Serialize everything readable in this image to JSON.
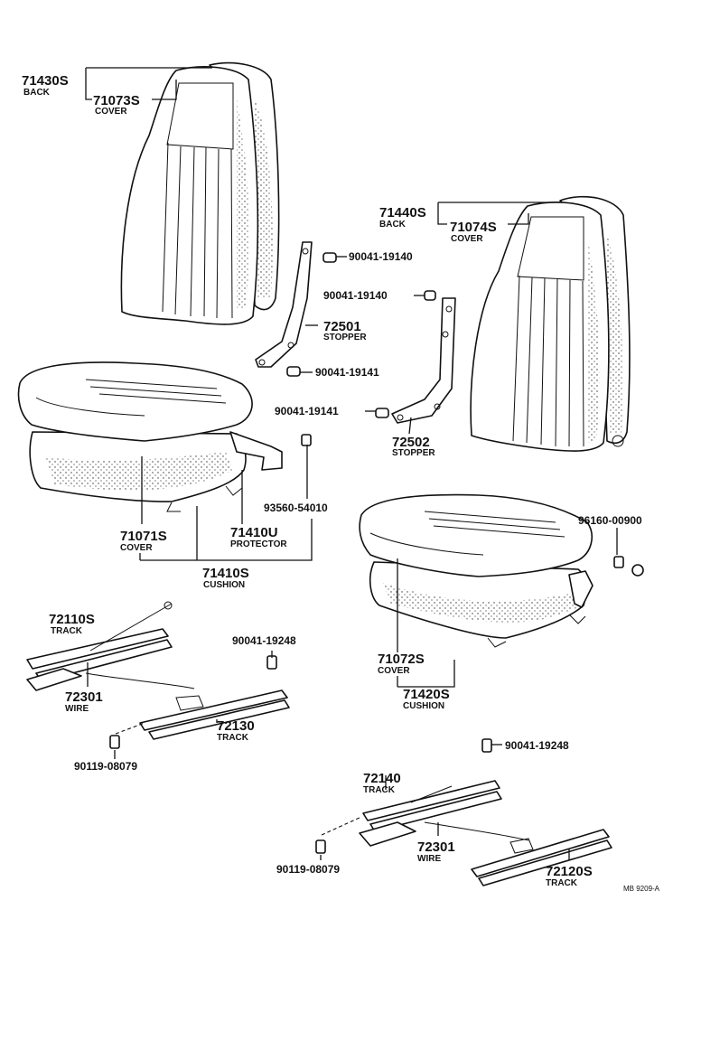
{
  "labels": {
    "p71430S": "71430S",
    "back1": "BACK",
    "p71073S": "71073S",
    "cover1": "COVER",
    "p71440S": "71440S",
    "back2": "BACK",
    "p71074S": "71074S",
    "cover2": "COVER",
    "b90041_19140a": "90041-19140",
    "b90041_19140b": "90041-19140",
    "p72501": "72501",
    "stopper1": "STOPPER",
    "b90041_19141a": "90041-19141",
    "b90041_19141b": "90041-19141",
    "p72502": "72502",
    "stopper2": "STOPPER",
    "b93560_54010": "93560-54010",
    "p96160_00900": "96160-00900",
    "p71071S": "71071S",
    "cover3": "COVER",
    "p71410U": "71410U",
    "protector": "PROTECTOR",
    "p71410S": "71410S",
    "cushion1": "CUSHION",
    "p71072S": "71072S",
    "cover4": "COVER",
    "p71420S": "71420S",
    "cushion2": "CUSHION",
    "p72110S": "72110S",
    "track1": "TRACK",
    "b90041_19248a": "90041-19248",
    "p72301a": "72301",
    "wire1": "WIRE",
    "p72130": "72130",
    "track2": "TRACK",
    "b90119_08079a": "90119-08079",
    "b90041_19248b": "90041-19248",
    "p72140": "72140",
    "track3": "TRACK",
    "p72301b": "72301",
    "wire2": "WIRE",
    "b90119_08079b": "90119-08079",
    "p72120S": "72120S",
    "track4": "TRACK",
    "figure_code": "MB 9209-A"
  }
}
